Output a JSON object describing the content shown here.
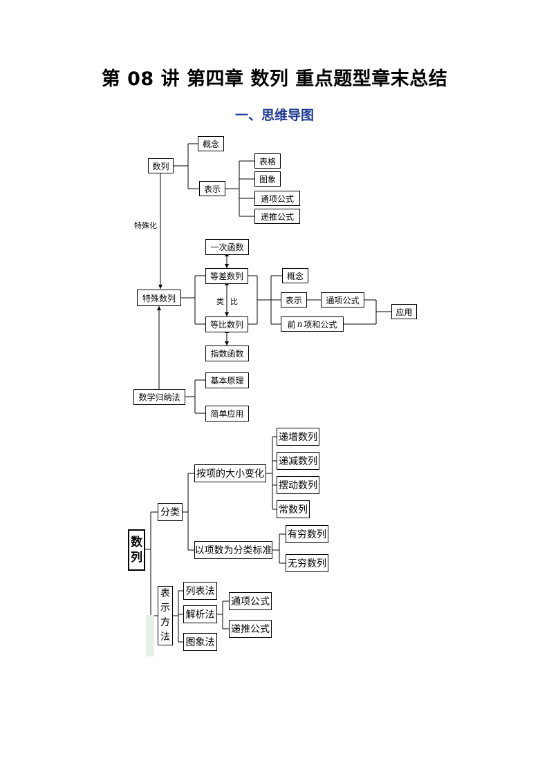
{
  "header": {
    "title": "第 08 讲  第四章  数列  重点题型章末总结",
    "subtitle": "一、思维导图"
  },
  "diagram1": {
    "shulie": "数列",
    "gainian": "概念",
    "biaoshi": "表示",
    "biaoge": "表格",
    "tuxiang": "图象",
    "tongxiang": "通项公式",
    "ditui": "递推公式",
    "teshuhua": "特殊化",
    "teshushulie": "特殊数列",
    "yicihanshu": "一次函数",
    "dengcha": "等差数列",
    "lei": "类",
    "bi": "比",
    "dengbi": "等比数列",
    "zhishu": "指数函数",
    "gainian2": "概念",
    "biaoshi2": "表示",
    "tongxiang2": "通项公式",
    "qian": "前",
    "n": "n",
    "xianghe": "项和公式",
    "yingyong": "应用",
    "guina": "数学归纳法",
    "jiben": "基本原理",
    "jiandan": "简单应用"
  },
  "diagram2": {
    "root": [
      "数",
      "列"
    ],
    "fenlei": "分类",
    "daxiao": "按项的大小变化",
    "dizeng": "递增数列",
    "dijian": "递减数列",
    "baidong": "摆动数列",
    "chang": "常数列",
    "xiangshu": "以项数为分类标准",
    "youqiong": "有穷数列",
    "wuqiong": "无穷数列",
    "biaoshifangfa": [
      "表",
      "示",
      "方",
      "法"
    ],
    "liebiao": "列表法",
    "jiexi": "解析法",
    "tongxiang": "通项公式",
    "ditui": "递推公式",
    "tuxiang": "图象法"
  }
}
